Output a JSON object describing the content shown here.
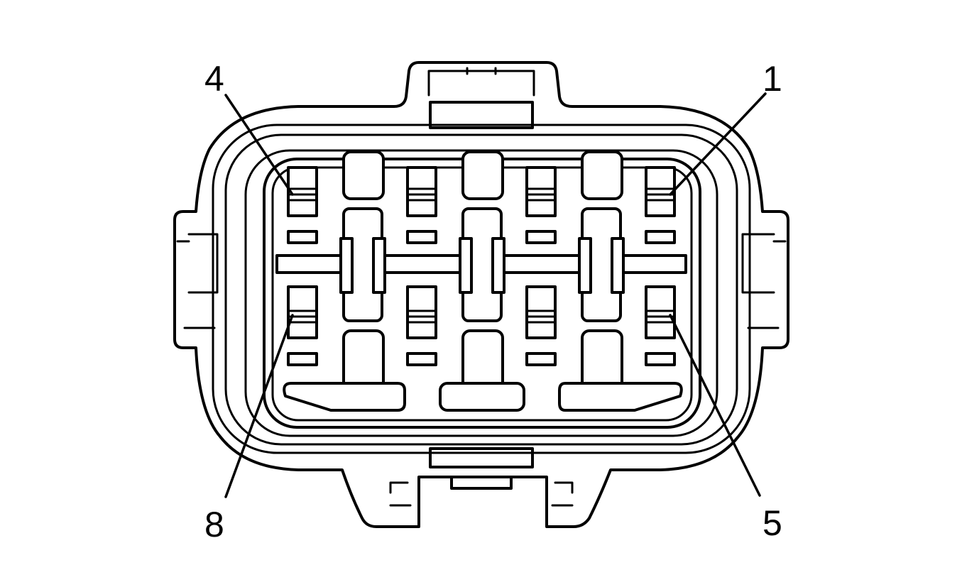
{
  "pins": {
    "top_left": "4",
    "top_right": "1",
    "bottom_left": "8",
    "bottom_right": "5"
  }
}
